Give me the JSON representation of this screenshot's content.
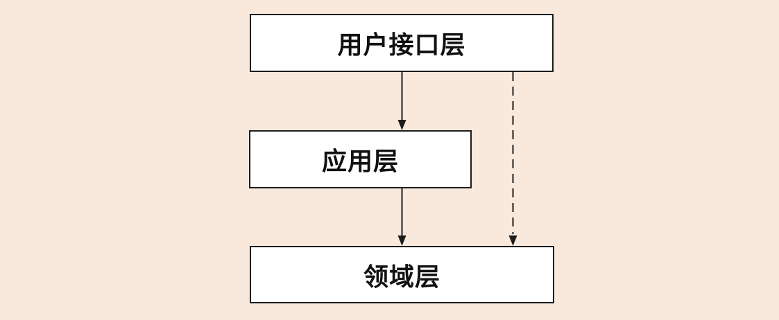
{
  "diagram": {
    "background_color": "#f8e9dc",
    "box_fill_color": "#ffffff",
    "line_color": "#1c1c1c",
    "boxes": [
      {
        "id": "ui-layer",
        "label": "用户接口层"
      },
      {
        "id": "application-layer",
        "label": "应用层"
      },
      {
        "id": "domain-layer",
        "label": "领域层"
      }
    ],
    "connectors": [
      {
        "from": "ui-layer",
        "to": "application-layer",
        "style": "solid",
        "arrow": "filled"
      },
      {
        "from": "application-layer",
        "to": "domain-layer",
        "style": "solid",
        "arrow": "filled"
      },
      {
        "from": "ui-layer",
        "to": "domain-layer",
        "style": "dashed",
        "arrow": "filled"
      }
    ]
  }
}
